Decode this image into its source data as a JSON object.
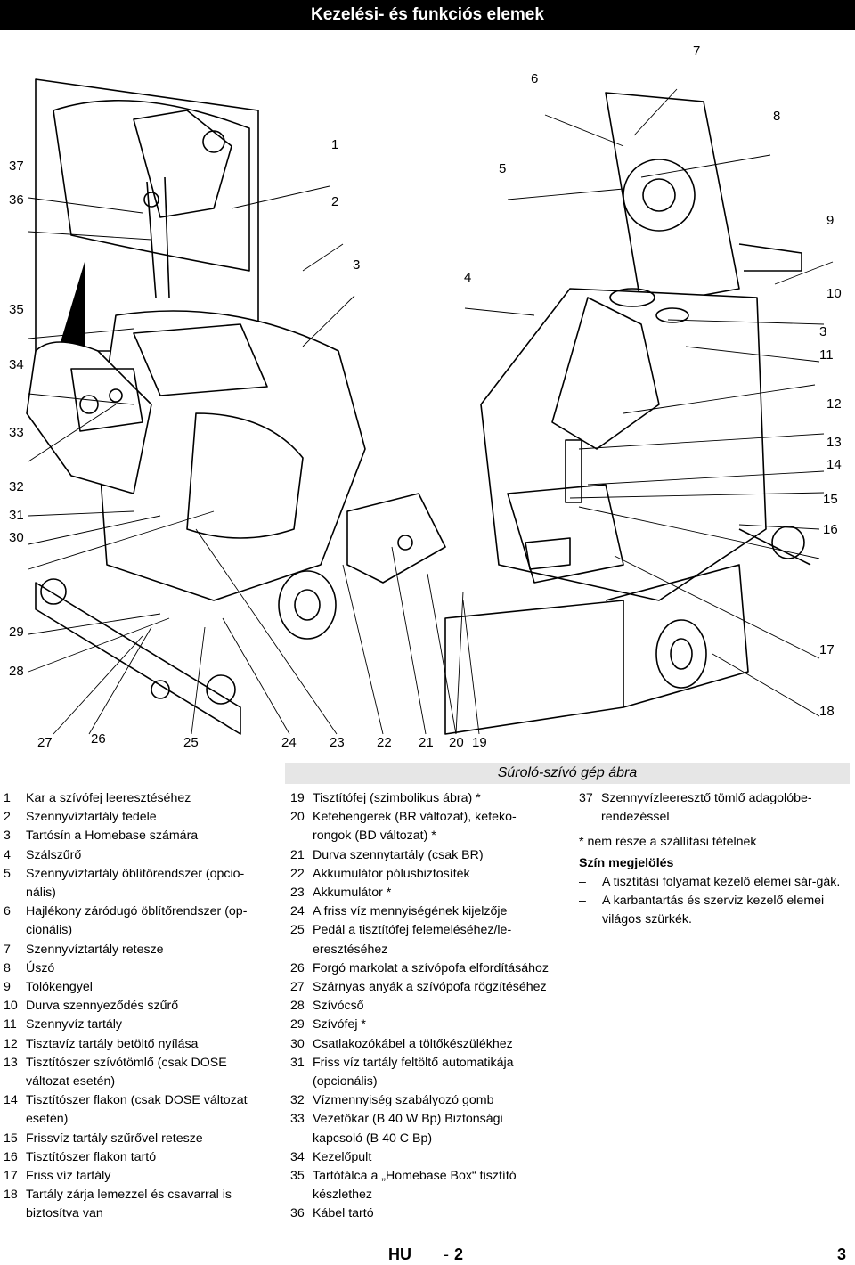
{
  "header": {
    "title": "Kezelési- és funkciós elemek"
  },
  "callouts": [
    {
      "id": "c7",
      "label": "7"
    },
    {
      "id": "c6",
      "label": "6"
    },
    {
      "id": "c8",
      "label": "8"
    },
    {
      "id": "c1",
      "label": "1"
    },
    {
      "id": "c37",
      "label": "37"
    },
    {
      "id": "c5",
      "label": "5"
    },
    {
      "id": "c36",
      "label": "36"
    },
    {
      "id": "c2",
      "label": "2"
    },
    {
      "id": "c9",
      "label": "9"
    },
    {
      "id": "c3a",
      "label": "3"
    },
    {
      "id": "c4",
      "label": "4"
    },
    {
      "id": "c35",
      "label": "35"
    },
    {
      "id": "c10",
      "label": "10"
    },
    {
      "id": "c3b",
      "label": "3"
    },
    {
      "id": "c11",
      "label": "11"
    },
    {
      "id": "c34",
      "label": "34"
    },
    {
      "id": "c12",
      "label": "12"
    },
    {
      "id": "c33",
      "label": "33"
    },
    {
      "id": "c13",
      "label": "13"
    },
    {
      "id": "c14",
      "label": "14"
    },
    {
      "id": "c32",
      "label": "32"
    },
    {
      "id": "c15",
      "label": "15"
    },
    {
      "id": "c31",
      "label": "31"
    },
    {
      "id": "c16",
      "label": "16"
    },
    {
      "id": "c30",
      "label": "30"
    },
    {
      "id": "c29",
      "label": "29"
    },
    {
      "id": "c17",
      "label": "17"
    },
    {
      "id": "c28",
      "label": "28"
    },
    {
      "id": "c18",
      "label": "18"
    },
    {
      "id": "c27",
      "label": "27"
    },
    {
      "id": "c26",
      "label": "26"
    },
    {
      "id": "c25",
      "label": "25"
    },
    {
      "id": "c24",
      "label": "24"
    },
    {
      "id": "c23",
      "label": "23"
    },
    {
      "id": "c22",
      "label": "22"
    },
    {
      "id": "c21",
      "label": "21"
    },
    {
      "id": "c20",
      "label": "20"
    },
    {
      "id": "c19",
      "label": "19"
    }
  ],
  "caption": "Súroló-szívó gép ábra",
  "legend_col1": [
    {
      "num": "1",
      "text": "Kar a szívófej leeresztéséhez"
    },
    {
      "num": "2",
      "text": "Szennyvíztartály fedele"
    },
    {
      "num": "3",
      "text": "Tartósín a Homebase számára"
    },
    {
      "num": "4",
      "text": "Szálszűrő"
    },
    {
      "num": "5",
      "text": "Szennyvíztartály öblítőrendszer (opcio-nális)"
    },
    {
      "num": "6",
      "text": "Hajlékony záródugó öblítőrendszer (op-cionális)"
    },
    {
      "num": "7",
      "text": "Szennyvíztartály retesze"
    },
    {
      "num": "8",
      "text": "Úszó"
    },
    {
      "num": "9",
      "text": "Tolókengyel"
    },
    {
      "num": "10",
      "text": "Durva szennyeződés szűrő"
    },
    {
      "num": "11",
      "text": "Szennyvíz tartály"
    },
    {
      "num": "12",
      "text": "Tisztavíz tartály betöltő nyílása"
    },
    {
      "num": "13",
      "text": "Tisztítószer szívótömlő (csak DOSE változat esetén)"
    },
    {
      "num": "14",
      "text": "Tisztítószer flakon (csak DOSE változat esetén)"
    },
    {
      "num": "15",
      "text": "Frissvíz tartály szűrővel retesze"
    },
    {
      "num": "16",
      "text": "Tisztítószer flakon tartó"
    },
    {
      "num": "17",
      "text": "Friss víz tartály"
    },
    {
      "num": "18",
      "text": "Tartály zárja lemezzel és csavarral is biztosítva van"
    }
  ],
  "legend_col2": [
    {
      "num": "19",
      "text": "Tisztítófej (szimbolikus ábra) *"
    },
    {
      "num": "20",
      "text": "Kefehengerek (BR változat), kefeko-rongok (BD változat) *"
    },
    {
      "num": "21",
      "text": "Durva szennytartály (csak BR)"
    },
    {
      "num": "22",
      "text": "Akkumulátor pólusbiztosíték"
    },
    {
      "num": "23",
      "text": "Akkumulátor *"
    },
    {
      "num": "24",
      "text": "A friss víz mennyiségének kijelzője"
    },
    {
      "num": "25",
      "text": "Pedál a tisztítófej felemeléséhez/le-eresztéséhez"
    },
    {
      "num": "26",
      "text": "Forgó markolat a szívópofa elfordításához"
    },
    {
      "num": "27",
      "text": "Szárnyas anyák a szívópofa rögzítéséhez"
    },
    {
      "num": "28",
      "text": "Szívócső"
    },
    {
      "num": "29",
      "text": "Szívófej *"
    },
    {
      "num": "30",
      "text": "Csatlakozókábel a töltőkészülékhez"
    },
    {
      "num": "31",
      "text": "Friss víz tartály feltöltő automatikája (opcionális)"
    },
    {
      "num": "32",
      "text": "Vízmennyiség szabályozó gomb"
    },
    {
      "num": "33",
      "text": "Vezetőkar (B 40 W Bp) Biztonsági kapcsoló (B 40 C Bp)"
    },
    {
      "num": "34",
      "text": "Kezelőpult"
    },
    {
      "num": "35",
      "text": "Tartótálca a „Homebase Box“ tisztító készlethez"
    },
    {
      "num": "36",
      "text": "Kábel tartó"
    }
  ],
  "legend_col3": [
    {
      "num": "37",
      "text": "Szennyvízleeresztő tömlő adagolóbe-rendezéssel"
    }
  ],
  "note": "* nem része a szállítási tételnek",
  "color_section": {
    "title": "Szín megjelölés",
    "items": [
      "A tisztítási folyamat kezelő elemei sár-gák.",
      "A karbantartás és szerviz kezelő elemei világos szürkék."
    ],
    "dash": "–"
  },
  "footer": {
    "lang": "HU",
    "sep": "-",
    "page_num": "2",
    "page": "3"
  }
}
